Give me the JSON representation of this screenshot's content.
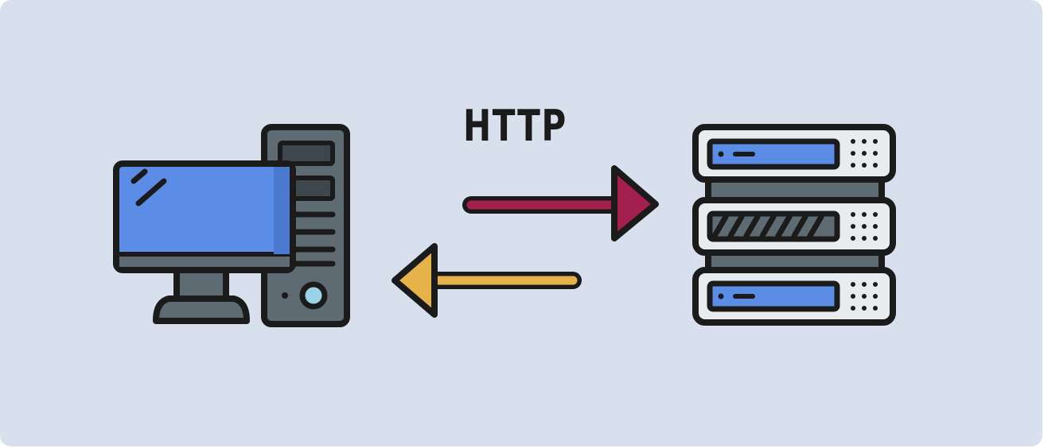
{
  "diagram": {
    "protocol_label": "HTTP",
    "nodes": [
      {
        "name": "client",
        "icon": "desktop-computer-icon"
      },
      {
        "name": "server",
        "icon": "server-rack-icon"
      }
    ],
    "edges": [
      {
        "from": "client",
        "to": "server",
        "direction": "request",
        "color": "#a3204e"
      },
      {
        "from": "server",
        "to": "client",
        "direction": "response",
        "color": "#e6b24a"
      }
    ]
  },
  "colors": {
    "background": "#d9e0ed",
    "outline": "#1b1b1b",
    "screen": "#5b8de6",
    "body_gray": "#5f6b73",
    "panel_light": "#e9ecef",
    "request_arrow": "#a3204e",
    "response_arrow": "#e6b24a"
  }
}
